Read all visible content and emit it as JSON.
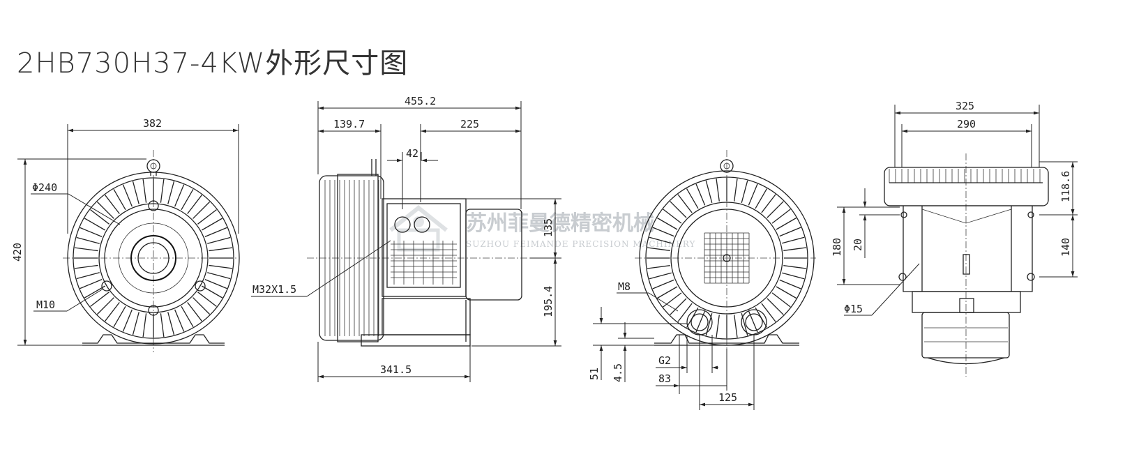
{
  "title": "2HB730H37-4KW外形尺寸图",
  "watermark": {
    "company_cn": "苏州菲曼德精密机械",
    "company_en": "SUZHOU FEIMANDE PRECISION MACHINERY"
  },
  "front_view": {
    "width": "382",
    "height": "420",
    "inner_diameter": "Φ240",
    "bolt": "M10"
  },
  "side_view": {
    "overall_length": "455.2",
    "left_offset": "139.7",
    "right_offset": "225",
    "small_gap": "42",
    "base_length": "341.5",
    "upper_height": "135",
    "lower_height": "195.4",
    "cable_gland": "M32X1.5"
  },
  "rear_view": {
    "bolt": "M8",
    "port_thread": "G2",
    "foot_height": "51",
    "foot_offset": "4.5",
    "port_distance": "83",
    "port_spacing": "125"
  },
  "top_view": {
    "overall_width": "325",
    "inner_width": "290",
    "height_left": "180",
    "small_height": "20",
    "height_upper": "118.6",
    "height_lower": "140",
    "hole_diameter": "Φ15"
  }
}
